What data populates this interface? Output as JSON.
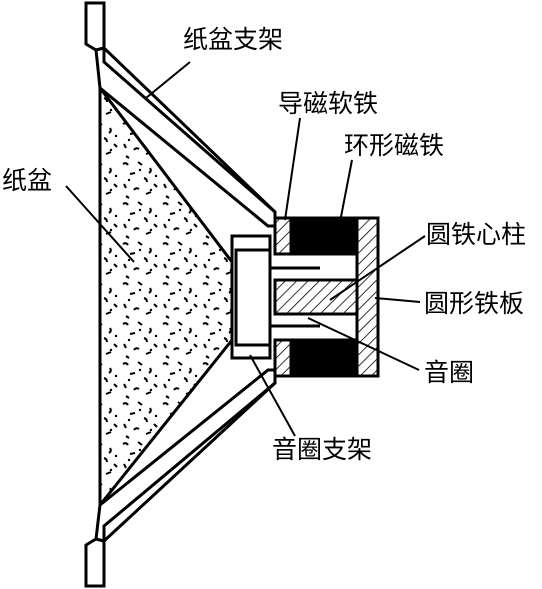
{
  "labels": {
    "cone_bracket": "纸盆支架",
    "cone": "纸盆",
    "magnetic_yoke": "导磁软铁",
    "ring_magnet": "环形磁铁",
    "pole_piece": "圆铁心柱",
    "back_plate": "圆形铁板",
    "voice_coil": "音圈",
    "voice_coil_bracket": "音圈支架"
  }
}
